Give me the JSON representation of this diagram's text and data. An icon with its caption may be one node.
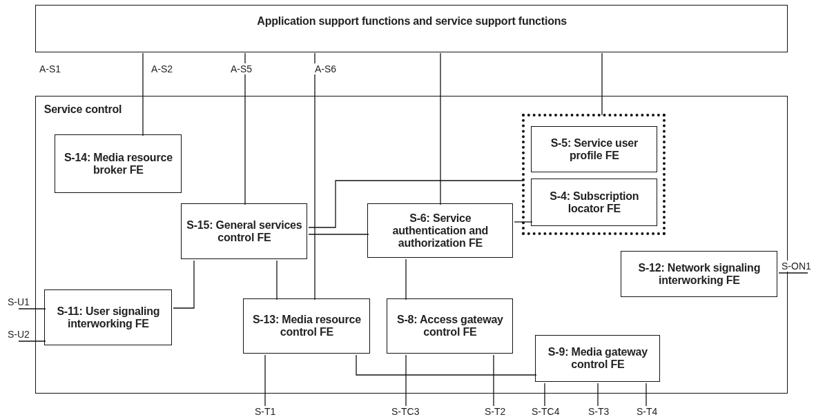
{
  "diagram": {
    "nodes": [
      {
        "text": [
          "Application support functions and service support functions"
        ]
      },
      {
        "text": [
          "Service control"
        ]
      },
      {
        "text": [
          "S-14: Media resource broker FE"
        ],
        "in": 1
      },
      {
        "text": [],
        "shape": "box",
        "in": 1
      },
      {
        "text": [
          "S-5: Service user profile FE"
        ],
        "in": 3
      },
      {
        "text": [
          "S-4: Subscription locator FE"
        ],
        "in": 3
      },
      {
        "text": [
          "S-15: General services control FE"
        ],
        "in": 1
      },
      {
        "text": [
          "S-6: Service authentication and authorization FE"
        ],
        "in": 1
      },
      {
        "text": [
          "S-12: Network signaling interworking FE"
        ],
        "in": 1
      },
      {
        "text": [
          "S-11: User signaling interworking FE"
        ],
        "in": 1
      },
      {
        "text": [
          "S-13: Media resource control FE"
        ],
        "in": 1
      },
      {
        "text": [
          "S-8: Access gateway control FE"
        ],
        "in": 1
      },
      {
        "text": [
          "S-9: Media gateway control FE"
        ],
        "in": 1
      }
    ],
    "edges": [
      {
        "from": 0,
        "to": 2,
        "arrow": "none"
      },
      {
        "from": 0,
        "to": 6,
        "arrow": "none"
      },
      {
        "from": 0,
        "to": 10,
        "arrow": "none"
      },
      {
        "from": 0,
        "to": 7,
        "arrow": "none"
      },
      {
        "from": 0,
        "to": 3,
        "arrow": "none"
      },
      {
        "from": 6,
        "to": 3,
        "arrow": "none"
      },
      {
        "from": 6,
        "to": 7,
        "arrow": "none"
      },
      {
        "from": 7,
        "to": 5,
        "arrow": "none"
      },
      {
        "from": 6,
        "to": 9,
        "arrow": "none"
      },
      {
        "from": 6,
        "to": 10,
        "arrow": "none"
      },
      {
        "from": 7,
        "to": 11,
        "arrow": "none"
      },
      {
        "from": 10,
        "to": 12,
        "arrow": "none"
      },
      {
        "from": null,
        "to": 9,
        "arrow": "none",
        "label": "S-U1"
      },
      {
        "from": null,
        "to": 9,
        "arrow": "none",
        "label": "S-U2"
      },
      {
        "from": 10,
        "to": null,
        "arrow": "none",
        "label": "S-T1"
      },
      {
        "from": 11,
        "to": null,
        "arrow": "none",
        "label": "S-TC3"
      },
      {
        "from": 11,
        "to": null,
        "arrow": "none",
        "label": "S-T2"
      },
      {
        "from": 12,
        "to": null,
        "arrow": "none",
        "label": "S-TC4"
      },
      {
        "from": 12,
        "to": null,
        "arrow": "none",
        "label": "S-T3"
      },
      {
        "from": 12,
        "to": null,
        "arrow": "none",
        "label": "S-T4"
      },
      {
        "from": 8,
        "to": null,
        "arrow": "none",
        "label": "S-ON1"
      }
    ],
    "labels": [
      "A-S1",
      "A-S2",
      "A-S5",
      "A-S6"
    ]
  }
}
